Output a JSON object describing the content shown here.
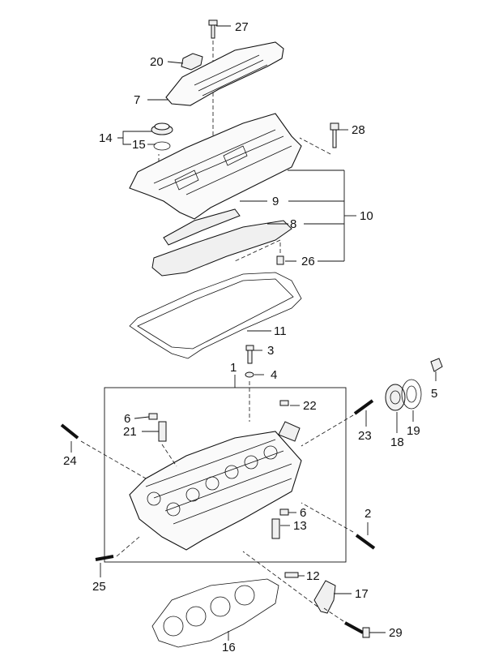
{
  "callouts": {
    "p1": "1",
    "p2": "2",
    "p3": "3",
    "p4": "4",
    "p5": "5",
    "p6a": "6",
    "p6b": "6",
    "p7": "7",
    "p8": "8",
    "p9": "9",
    "p10": "10",
    "p11": "11",
    "p12": "12",
    "p13": "13",
    "p14": "14",
    "p15": "15",
    "p16": "16",
    "p17": "17",
    "p18": "18",
    "p19": "19",
    "p20": "20",
    "p21": "21",
    "p22": "22",
    "p23": "23",
    "p24": "24",
    "p25": "25",
    "p26": "26",
    "p27": "27",
    "p28": "28",
    "p29": "29"
  }
}
